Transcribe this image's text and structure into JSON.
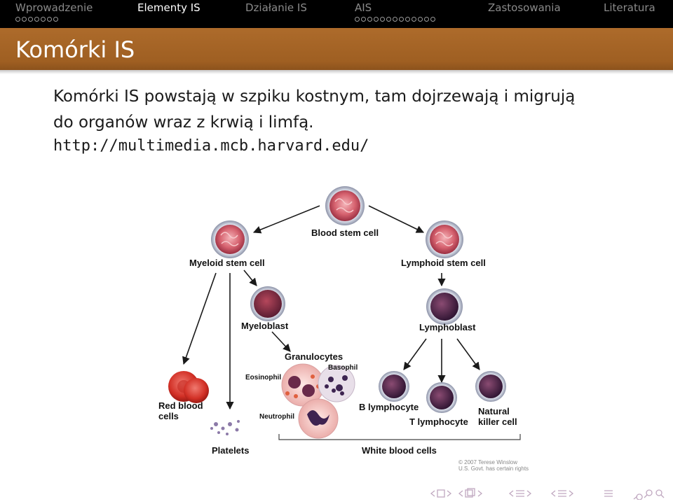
{
  "nav": {
    "sections": [
      {
        "label": "Wprowadzenie",
        "dots": 7,
        "active": false
      },
      {
        "label": "Elementy IS",
        "dots": 0,
        "active": true
      },
      {
        "label": "Działanie IS",
        "dots": 0,
        "active": false
      },
      {
        "label": "AIS",
        "dots": 13,
        "active": false
      },
      {
        "label": "Zastosowania",
        "dots": 0,
        "active": false
      },
      {
        "label": "Literatura",
        "dots": 0,
        "active": false
      }
    ]
  },
  "frame": {
    "title": "Komórki IS",
    "text_line1": "Komórki IS powstają w szpiku kostnym, tam dojrzewają i migrują",
    "text_line2": "do organów wraz z krwią i limfą.",
    "url": "http://multimedia.mcb.harvard.edu/"
  },
  "diagram": {
    "blood_stem_cell": "Blood stem cell",
    "myeloid_stem_cell": "Myeloid stem cell",
    "lymphoid_stem_cell": "Lymphoid stem cell",
    "myeloblast": "Myeloblast",
    "lymphoblast": "Lymphoblast",
    "granulocytes": "Granulocytes",
    "eosinophil": "Eosinophil",
    "basophil": "Basophil",
    "neutrophil": "Neutrophil",
    "red_blood_cells_1": "Red blood",
    "red_blood_cells_2": "cells",
    "platelets": "Platelets",
    "b_lymphocyte": "B lymphocyte",
    "t_lymphocyte": "T lymphocyte",
    "nk_1": "Natural",
    "nk_2": "killer cell",
    "white_blood_cells": "White blood cells",
    "copyright_1": "© 2007 Terese Winslow",
    "copyright_2": "U.S. Govt. has certain rights"
  }
}
